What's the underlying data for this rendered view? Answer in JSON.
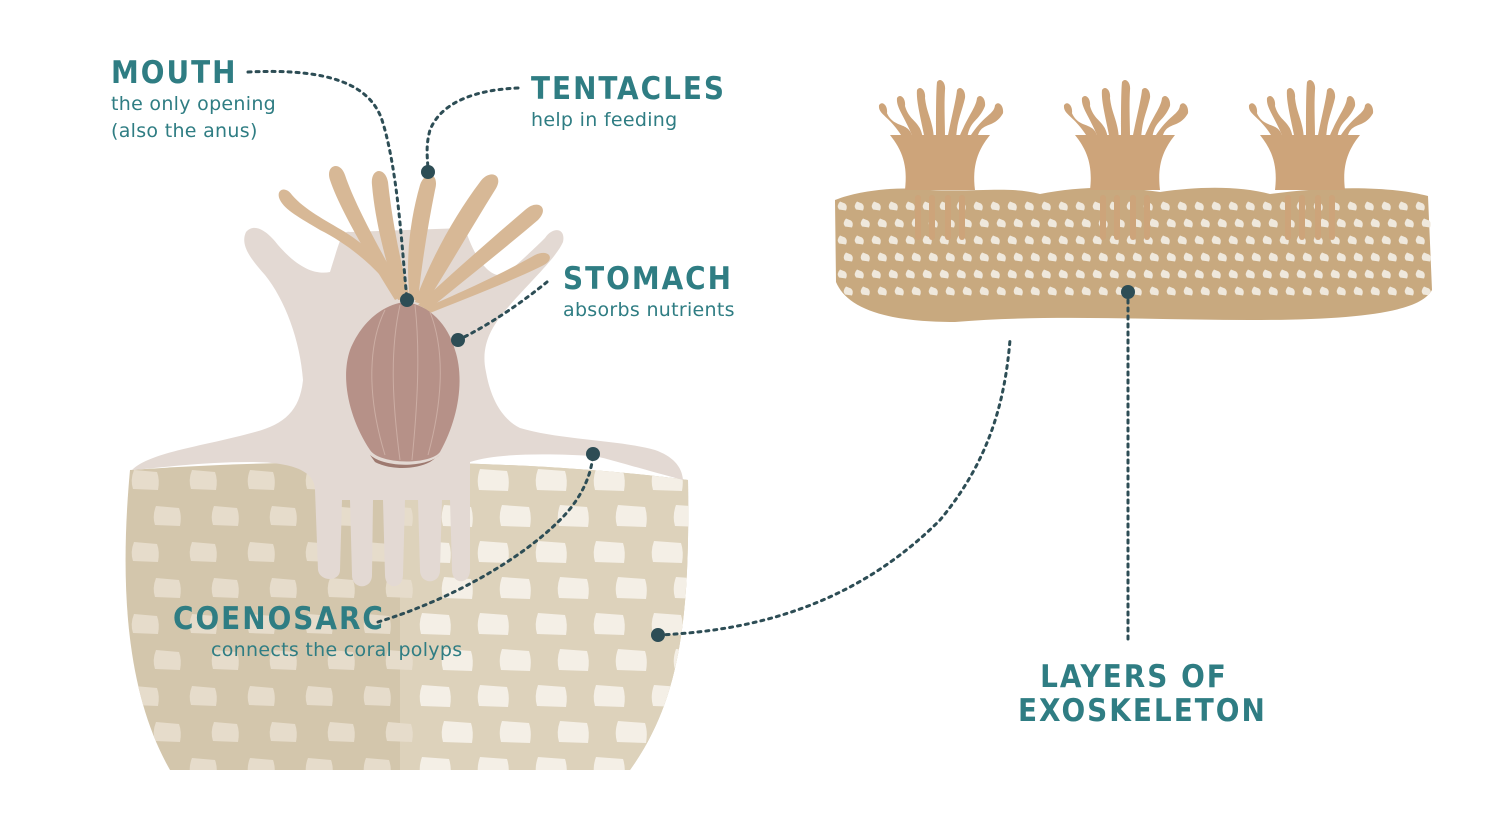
{
  "labels": {
    "mouth": {
      "title": "MOUTH",
      "desc_line1": "the only opening",
      "desc_line2": "(also the anus)"
    },
    "tentacles": {
      "title": "TENTACLES",
      "desc": "help in feeding"
    },
    "stomach": {
      "title": "STOMACH",
      "desc": "absorbs nutrients"
    },
    "coenosarc": {
      "title": "COENOSARC",
      "desc": "connects the coral polyps"
    },
    "exoskeleton": {
      "title_line1": "LAYERS OF",
      "title_line2": "EXOSKELETON"
    }
  },
  "colors": {
    "text_teal": "#2f7d83",
    "leader_line": "#2d4d55",
    "skeleton_base": "#d3c6ac",
    "skeleton_right": "#ddd2bb",
    "skeleton_cell": "#e6dccb",
    "skeleton_cell_light": "#f4efe6",
    "tissue": "#e3d9d3",
    "tentacle": "#d7b896",
    "stomach": "#b69188",
    "strip_base": "#c8a97f",
    "strip_cell": "#efe8dc",
    "strip_polyp": "#cda47a"
  }
}
